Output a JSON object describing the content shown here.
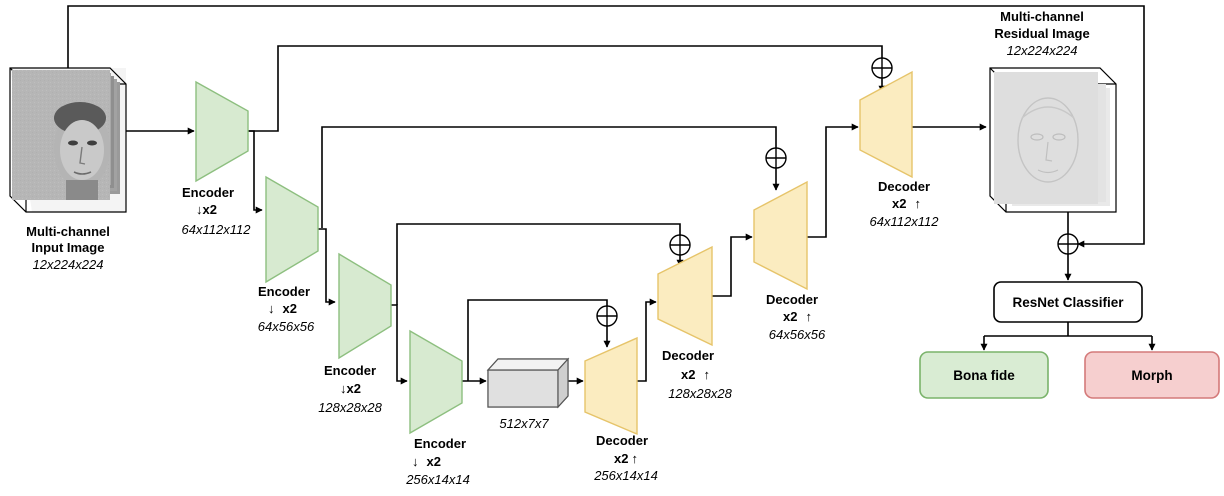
{
  "colors": {
    "encoder_fill": "#d7ead0",
    "encoder_stroke": "#8dbf7f",
    "decoder_fill": "#fbecc0",
    "decoder_stroke": "#e6c46a",
    "bona_fide_fill": "#d9ecd3",
    "bona_fide_stroke": "#7ab36a",
    "morph_fill": "#f6cfcf",
    "morph_stroke": "#d47a7a",
    "bottleneck_fill": "#e0e0e0"
  },
  "input": {
    "title_line1": "Multi-channel",
    "title_line2": "Input Image",
    "dims": "12x224x224"
  },
  "residual": {
    "title_line1": "Multi-channel",
    "title_line2": "Residual Image",
    "dims": "12x224x224"
  },
  "encoders": [
    {
      "name": "Encoder",
      "scale": "x2",
      "dims": "64x112x112"
    },
    {
      "name": "Encoder",
      "scale": "x2",
      "dims": "64x56x56"
    },
    {
      "name": "Encoder",
      "scale": "x2",
      "dims": "128x28x28"
    },
    {
      "name": "Encoder",
      "scale": "x2",
      "dims": "256x14x14"
    }
  ],
  "bottleneck": {
    "dims": "512x7x7"
  },
  "decoders": [
    {
      "name": "Decoder",
      "scale": "x2",
      "dims": "256x14x14"
    },
    {
      "name": "Decoder",
      "scale": "x2",
      "dims": "128x28x28"
    },
    {
      "name": "Decoder",
      "scale": "x2",
      "dims": "64x56x56"
    },
    {
      "name": "Decoder",
      "scale": "x2",
      "dims": "64x112x112"
    }
  ],
  "classifier": {
    "label": "ResNet Classifier"
  },
  "outputs": {
    "bona_fide": "Bona fide",
    "morph": "Morph"
  },
  "icons": {
    "sum": "circled-plus-icon",
    "down": "down-arrow-icon",
    "up": "up-arrow-icon"
  }
}
